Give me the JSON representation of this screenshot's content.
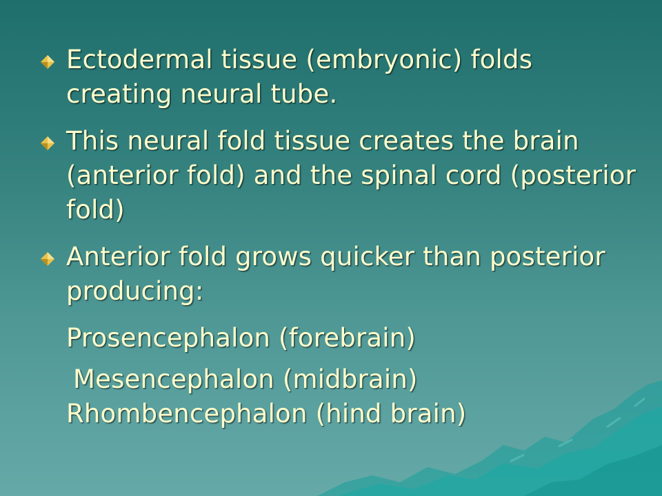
{
  "bullets": [
    "Ectodermal tissue (embryonic) folds creating neural tube.",
    "This neural fold tissue creates the brain (anterior fold) and the spinal cord (posterior fold)",
    "Anterior fold grows quicker than posterior producing:"
  ],
  "subitems": [
    "Prosencephalon (forebrain)",
    "Mesencephalon (midbrain)",
    "Rhombencephalon (hind brain)"
  ],
  "colors": {
    "text": "#ffffcc",
    "bullet": "#e8c24a",
    "background_top": "#1f6f6d",
    "background_bottom": "#66aaa8",
    "mountain": "#179e9a"
  },
  "icons": {
    "bullet": "diamond-bullet-icon"
  }
}
